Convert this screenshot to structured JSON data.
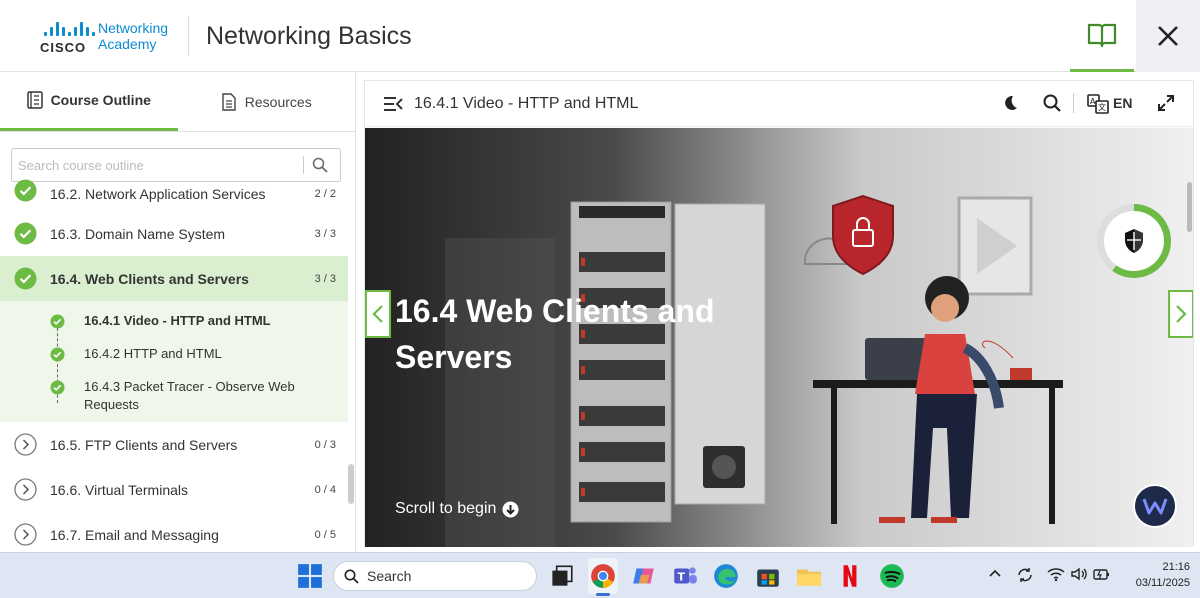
{
  "header": {
    "brand": "CISCO",
    "academy_line1": "Networking",
    "academy_line2": "Academy",
    "title": "Networking Basics"
  },
  "sidebar": {
    "tabs": [
      {
        "label": "Course Outline",
        "active": true
      },
      {
        "label": "Resources",
        "active": false
      }
    ],
    "search_placeholder": "Search course outline",
    "items": [
      {
        "label": "16.2. Network Application Services",
        "count": "2 / 2",
        "status": "complete"
      },
      {
        "label": "16.3. Domain Name System",
        "count": "3 / 3",
        "status": "complete"
      },
      {
        "label": "16.4. Web Clients and Servers",
        "count": "3 / 3",
        "status": "complete",
        "current": true
      },
      {
        "label": "16.5. FTP Clients and Servers",
        "count": "0 / 3",
        "status": "collapsed"
      },
      {
        "label": "16.6. Virtual Terminals",
        "count": "0 / 4",
        "status": "collapsed"
      },
      {
        "label": "16.7. Email and Messaging",
        "count": "0 / 5",
        "status": "collapsed"
      }
    ],
    "subitems": [
      {
        "label": "16.4.1 Video - HTTP and HTML",
        "current": true
      },
      {
        "label": "16.4.2 HTTP and HTML",
        "current": false
      },
      {
        "label": "16.4.3 Packet Tracer - Observe Web Requests",
        "current": false
      }
    ]
  },
  "content": {
    "title": "16.4.1 Video - HTTP and HTML",
    "language": "EN",
    "hero_title": "16.4 Web Clients and Servers",
    "scroll_prompt": "Scroll to begin",
    "progress_fraction": 0.6
  },
  "taskbar": {
    "search_label": "Search",
    "time": "21:16",
    "date": "03/11/2025"
  },
  "colors": {
    "accent_green": "#6dbb45",
    "cisco_blue": "#0b8bd4",
    "current_bg": "#d9efcf"
  }
}
